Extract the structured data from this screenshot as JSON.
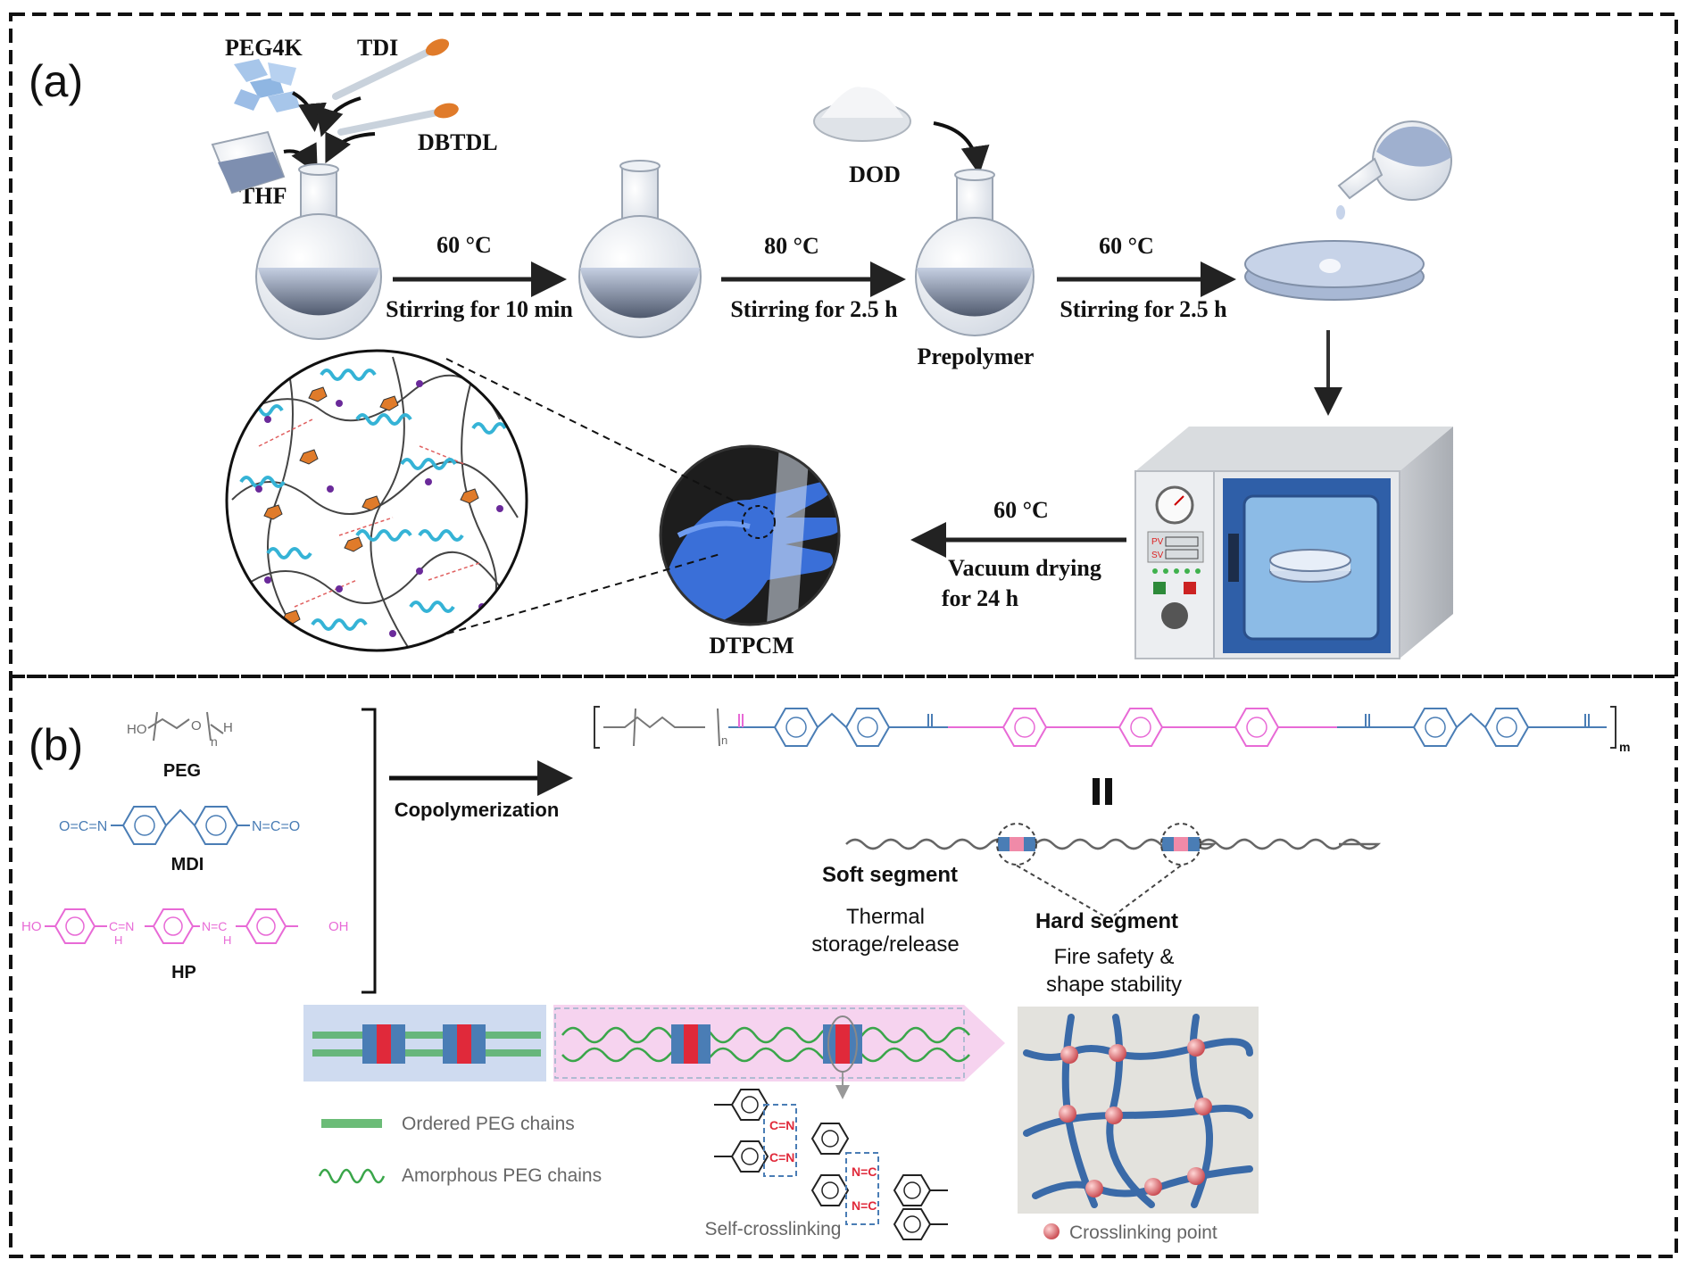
{
  "panel_a": {
    "label": "(a)",
    "reagents": {
      "peg4k": "PEG4K",
      "tdi": "TDI",
      "dbtdl": "DBTDL",
      "thf": "THF",
      "dod": "DOD"
    },
    "steps": [
      {
        "temp": "60 °C",
        "action": "Stirring for 10 min"
      },
      {
        "temp": "80 °C",
        "action": "Stirring for 2.5 h"
      },
      {
        "temp": "60 °C",
        "action": "Stirring for 2.5 h"
      }
    ],
    "prepolymer_label": "Prepolymer",
    "drying": {
      "temp": "60 °C",
      "line1": "Vacuum drying",
      "line2": "for 24 h"
    },
    "oven_display": {
      "pv": "PV",
      "sv": "SV"
    },
    "product_label": "DTPCM"
  },
  "panel_b": {
    "label": "(b)",
    "monomers": {
      "peg": "PEG",
      "mdi": "MDI",
      "hp": "HP"
    },
    "peg_formula": {
      "ho": "HO",
      "o": "O",
      "n": "n",
      "h": "H"
    },
    "mdi_formula": {
      "left": "O=C=N",
      "right": "N=C=O"
    },
    "hp_formula": {
      "ho": "HO",
      "oh": "OH",
      "ch1": "C=N",
      "h1": "H",
      "ch2": "N=C",
      "h2": "H"
    },
    "copolymerization": "Copolymerization",
    "polymer_sub": {
      "n": "n",
      "m": "m"
    },
    "soft_segment": "Soft segment",
    "soft_desc1": "Thermal",
    "soft_desc2": "storage/release",
    "hard_segment": "Hard segment",
    "hard_desc1": "Fire safety &",
    "hard_desc2": "shape stability",
    "legend_ordered": "Ordered PEG chains",
    "legend_amorphous": "Amorphous PEG chains",
    "self_crosslinking": "Self-crosslinking",
    "crosslinking_point": "Crosslinking point"
  },
  "colors": {
    "blue": "#4a7db5",
    "pink": "#e86ad6",
    "cyan": "#35b3d6",
    "red": "#e0293a",
    "green": "#3aa64a",
    "liquid": "#8a9cc0"
  }
}
